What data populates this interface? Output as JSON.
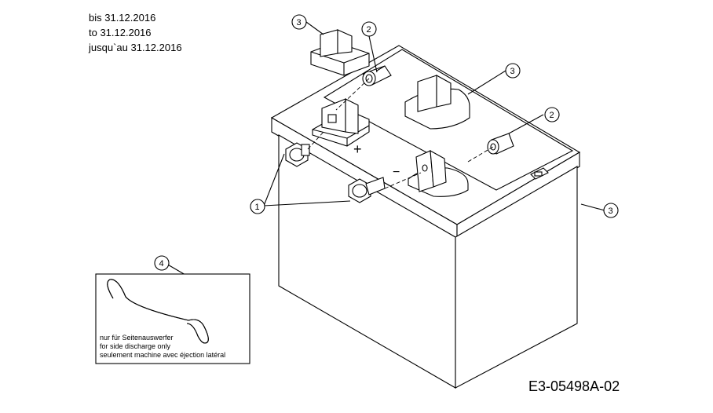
{
  "validity_notes": [
    "bis 31.12.2016",
    "to 31.12.2016",
    "jusqu`au 31.12.2016"
  ],
  "callouts": {
    "c1": "1",
    "c2a": "2",
    "c2b": "2",
    "c3a": "3",
    "c3b": "3",
    "c3c": "3",
    "c4": "4"
  },
  "terminal_marks": {
    "plus": "+",
    "minus": "−"
  },
  "inset_notes": [
    "nur für Seitenauswerfer",
    "for side discharge only",
    "seulement machine avec éjection latéral"
  ],
  "document_id": "E3-05498A-02"
}
